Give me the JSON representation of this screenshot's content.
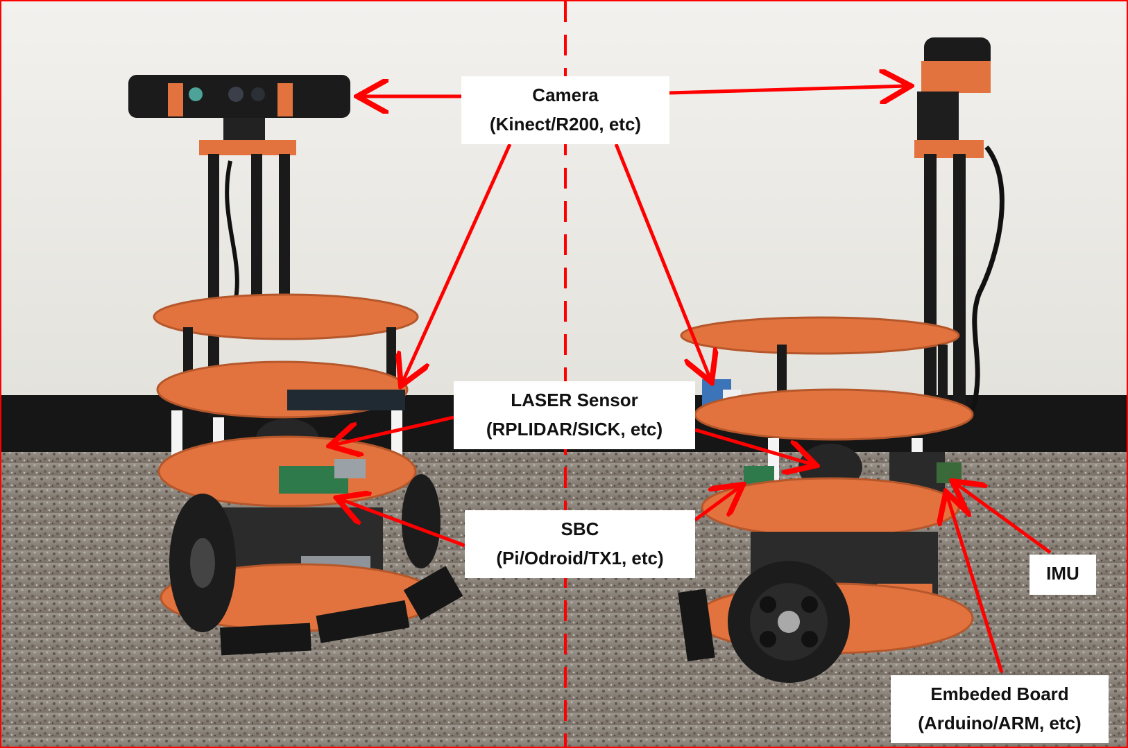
{
  "labels": {
    "camera": {
      "line1": "Camera",
      "line2": "(Kinect/R200, etc)"
    },
    "laser": {
      "line1": "LASER Sensor",
      "line2": "(RPLIDAR/SICK, etc)"
    },
    "sbc": {
      "line1": "SBC",
      "line2": "(Pi/Odroid/TX1, etc)"
    },
    "imu": {
      "line1": "IMU"
    },
    "embedded": {
      "line1": "Embeded Board",
      "line2": "(Arduino/ARM, etc)"
    }
  },
  "colors": {
    "arrow": "#ff0000",
    "divider": "#ff0000",
    "robot_plate": "#e2733e",
    "wall": "#ecebe6",
    "baseboard": "#1a1a1a",
    "floor": "#8a837b"
  }
}
